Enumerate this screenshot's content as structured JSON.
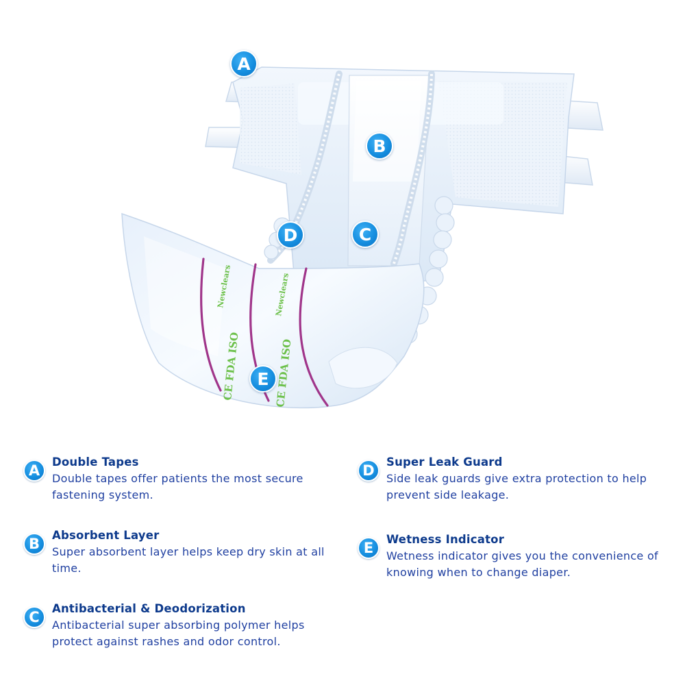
{
  "markers": [
    "A",
    "B",
    "C",
    "D",
    "E"
  ],
  "product_print": {
    "brand": "Newclears",
    "certs": "CE FDA ISO"
  },
  "features": [
    {
      "letter": "A",
      "title": "Double Tapes",
      "description": "Double tapes offer patients the most secure fastening system."
    },
    {
      "letter": "B",
      "title": "Absorbent Layer",
      "description": "Super absorbent layer helps keep dry skin at all time."
    },
    {
      "letter": "C",
      "title": "Antibacterial & Deodorization",
      "description": "Antibacterial super absorbing polymer helps protect against rashes and odor control."
    },
    {
      "letter": "D",
      "title": "Super Leak Guard",
      "description": "Side leak guards give extra protection to help prevent side leakage."
    },
    {
      "letter": "E",
      "title": "Wetness Indicator",
      "description": "Wetness indicator gives you the convenience of  knowing when to change diaper."
    }
  ],
  "colors": {
    "marker_blue": "#168fe0",
    "title_navy": "#0d3a8c",
    "text_blue": "#1f3fa0",
    "indicator_purple": "#a0358a",
    "print_green": "#6cc04a"
  }
}
